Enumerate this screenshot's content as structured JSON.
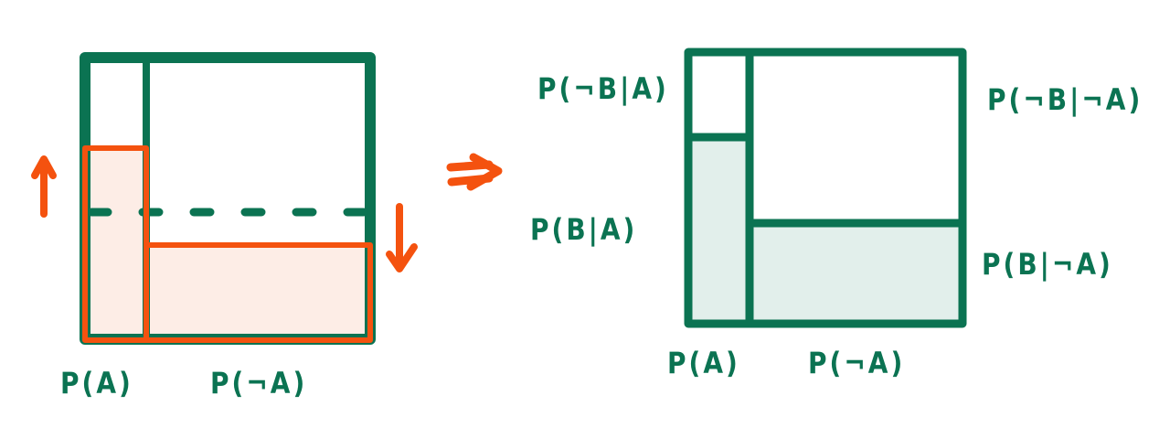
{
  "colors": {
    "green": "#0b7352",
    "orange": "#f4520f",
    "orange_fill": "#fdede6",
    "green_fill": "#e2efeb",
    "background": "#ffffff"
  },
  "left_diagram": {
    "labels": {
      "p_a": "P(A)",
      "p_not_a": "P(¬A)"
    },
    "arrows": {
      "up": "up-arrow",
      "down": "down-arrow"
    },
    "dashed_line": "dashed-threshold-line"
  },
  "transition_arrow": "double-right-arrow",
  "right_diagram": {
    "labels": {
      "p_not_b_given_a": "P(¬B|A)",
      "p_b_given_a": "P(B|A)",
      "p_not_b_given_not_a": "P(¬B|¬A)",
      "p_b_given_not_a": "P(B|¬A)",
      "p_a": "P(A)",
      "p_not_a": "P(¬A)"
    }
  }
}
